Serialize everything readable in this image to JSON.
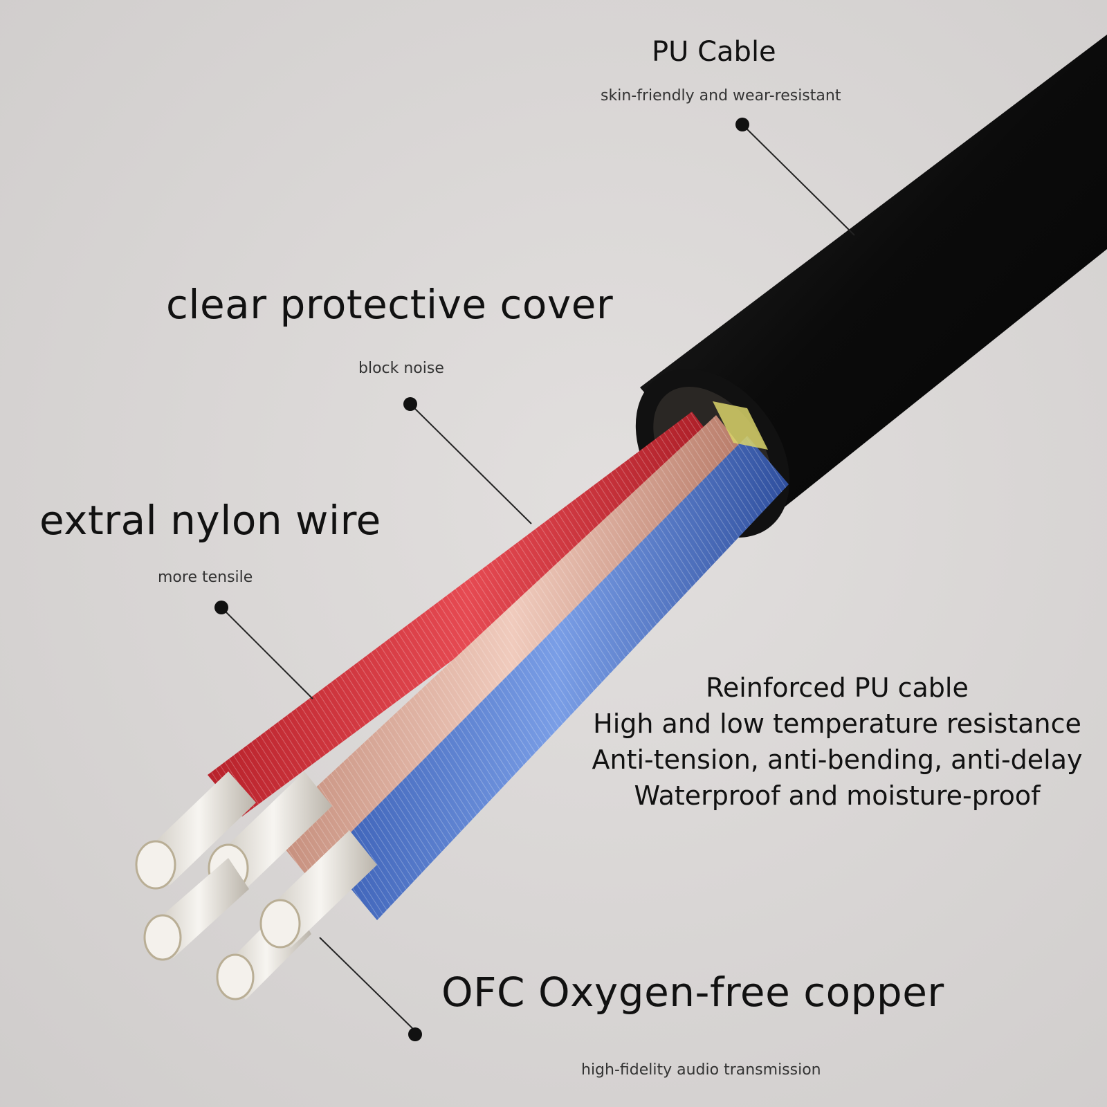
{
  "labels": {
    "pu_cable": {
      "title": "PU Cable",
      "subtitle": "skin-friendly and wear-resistant"
    },
    "clear_cover": {
      "title": "clear protective cover",
      "subtitle": "block noise"
    },
    "nylon_wire": {
      "title": "extral nylon wire",
      "subtitle": "more tensile"
    },
    "ofc_copper": {
      "title": "OFC Oxygen-free copper",
      "subtitle": "high-fidelity audio transmission"
    }
  },
  "features": [
    "Reinforced PU cable",
    "High and low temperature resistance",
    "Anti-tension, anti-bending, anti-delay",
    "Waterproof and moisture-proof"
  ],
  "colors": {
    "background": "#d6d3d2",
    "jacket": "#0c0c0c",
    "red_wire": "#d8333c",
    "blue_wire": "#4c78d0",
    "copper_wire": "#d8a796",
    "silver_core": "#e9e5df",
    "yellow_fill": "#d9d36a"
  }
}
